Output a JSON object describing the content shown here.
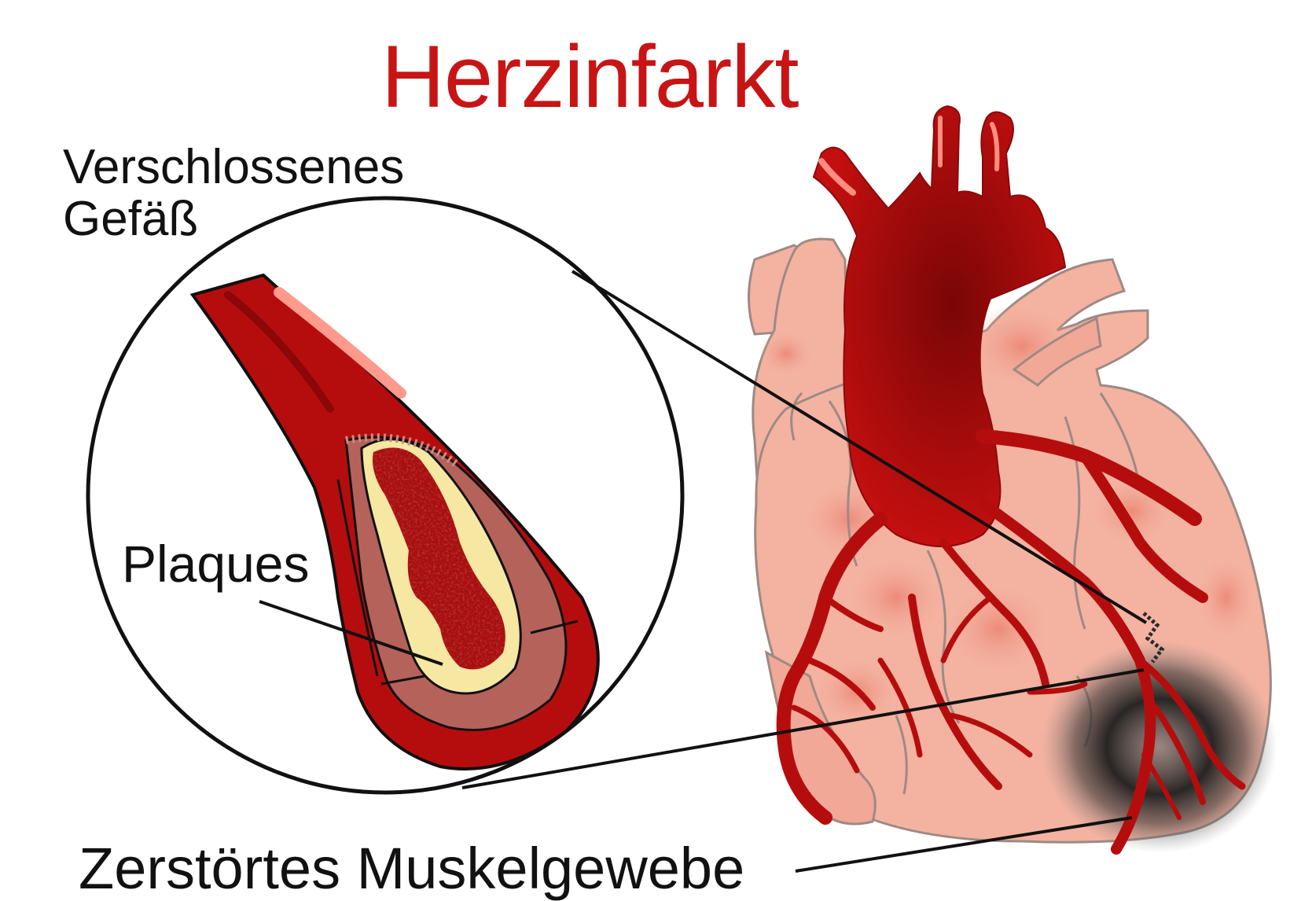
{
  "title": "Herzinfarkt",
  "labels": {
    "vessel_line1": "Verschlossenes",
    "vessel_line2": "Gefäß",
    "plaques": "Plaques",
    "muscle": "Zerstörtes Muskelgewebe"
  },
  "colors": {
    "title": "#c81414",
    "artery": "#b50d0d",
    "heart_muscle": "#f4b2a0",
    "plaque": "#f6e7a2",
    "necrosis": "#3a3a3a"
  }
}
